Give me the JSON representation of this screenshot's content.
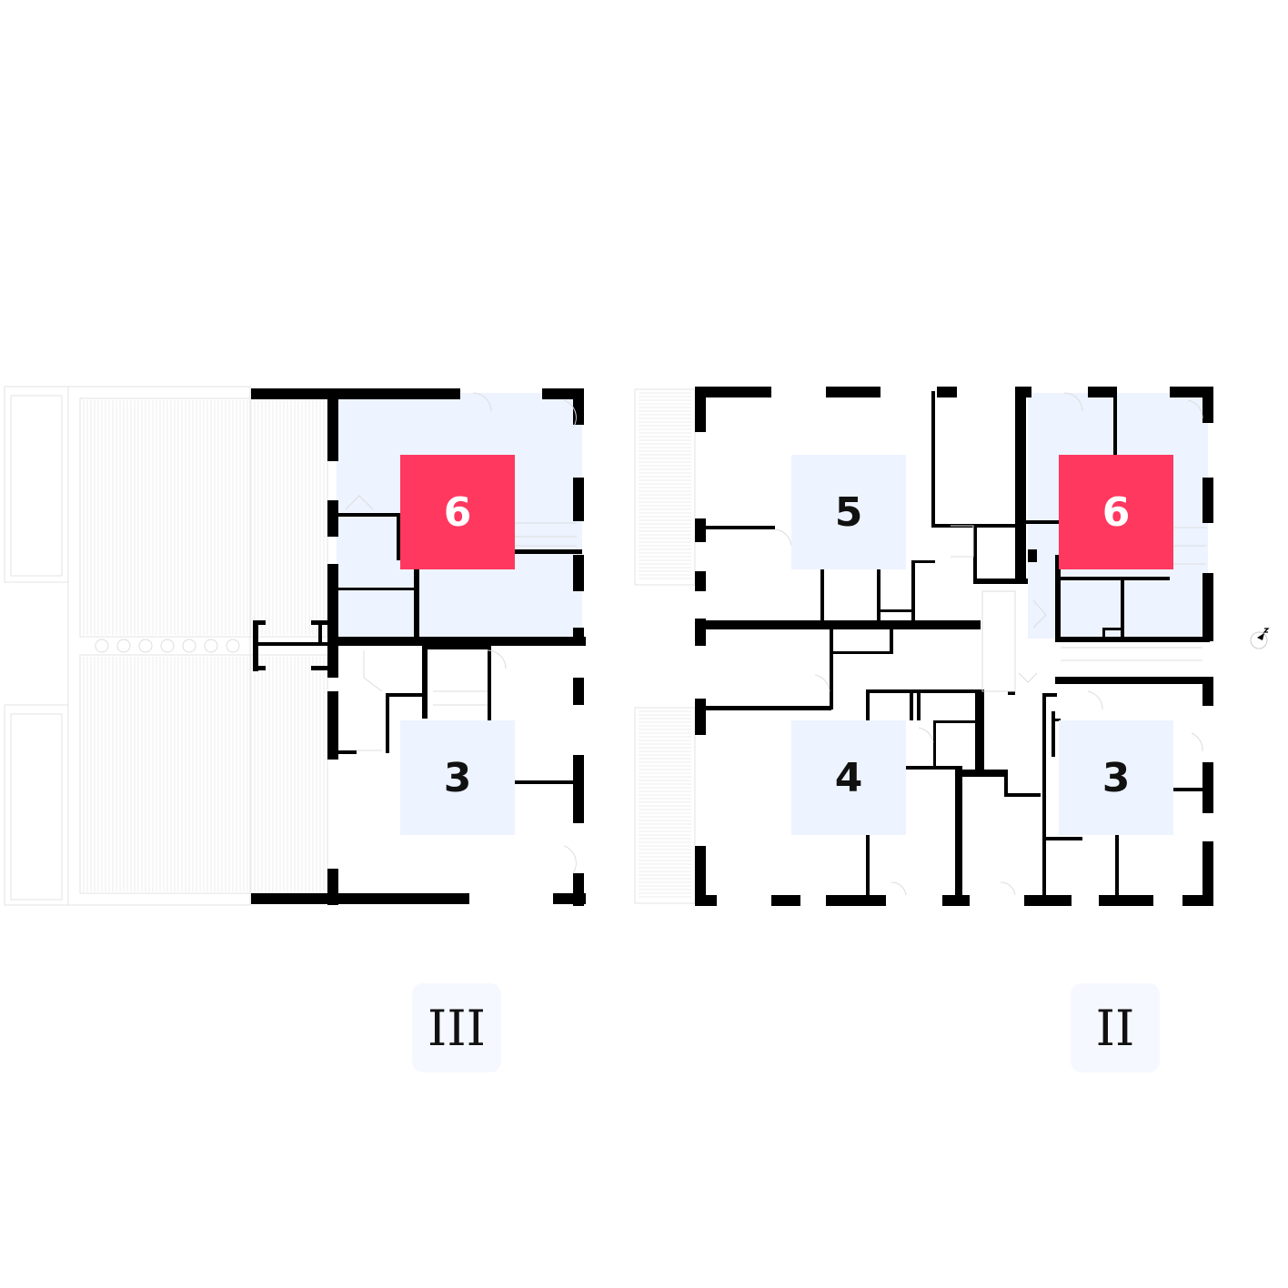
{
  "colors": {
    "wall": "#000000",
    "unit_fill": "#edf3ff",
    "highlight": "#ff3860",
    "faint_line": "#e3e3e3",
    "section_bg": "#f5f8ff"
  },
  "sections": [
    {
      "label": "III",
      "units": [
        {
          "number": "6",
          "highlighted": true
        },
        {
          "number": "3",
          "highlighted": false
        }
      ]
    },
    {
      "label": "II",
      "units": [
        {
          "number": "5",
          "highlighted": false
        },
        {
          "number": "6",
          "highlighted": true
        },
        {
          "number": "4",
          "highlighted": false
        },
        {
          "number": "3",
          "highlighted": false
        }
      ]
    }
  ],
  "icons": {
    "compass": "compass-icon"
  }
}
